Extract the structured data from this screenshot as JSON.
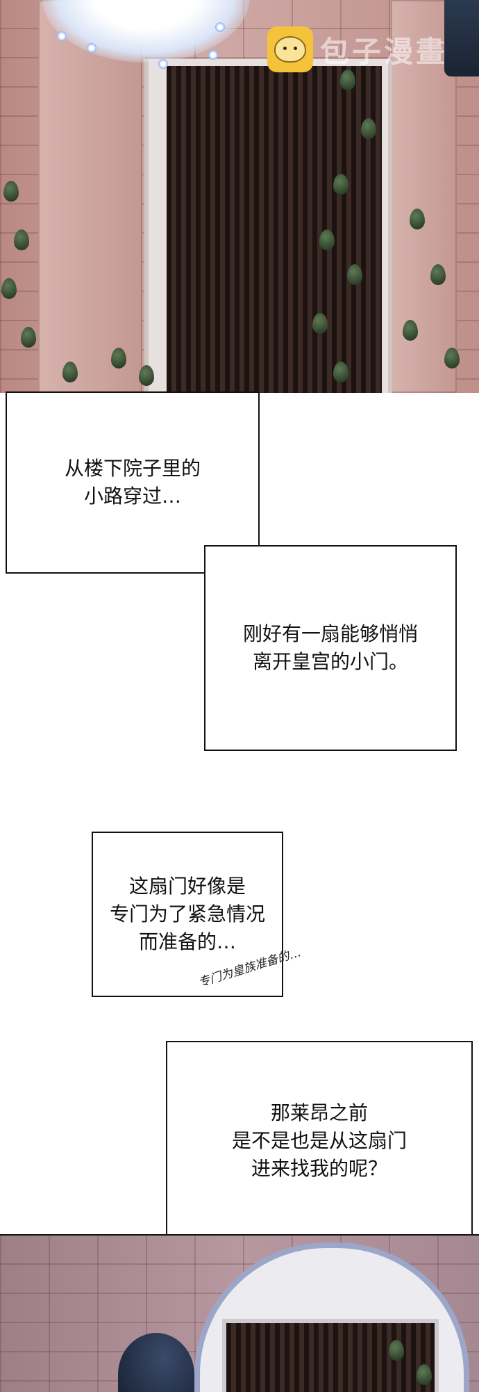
{
  "watermark": {
    "text": "包子漫畫",
    "icon": "bun-mascot-icon"
  },
  "captions": [
    {
      "text": "从楼下院子里的\n小路穿过…"
    },
    {
      "text": "刚好有一扇能够悄悄\n离开皇宫的小门。"
    },
    {
      "text": "这扇门好像是\n专门为了紧急情况\n而准备的…"
    },
    {
      "text": "那莱昂之前\n是不是也是从这扇门\n进来找我的呢？"
    }
  ],
  "aside": {
    "text": "专门为皇族准备的…"
  },
  "colors": {
    "text": "#111111",
    "door": "#1c1210",
    "brick": "#c89c98",
    "watermark": "#f5c33a"
  }
}
